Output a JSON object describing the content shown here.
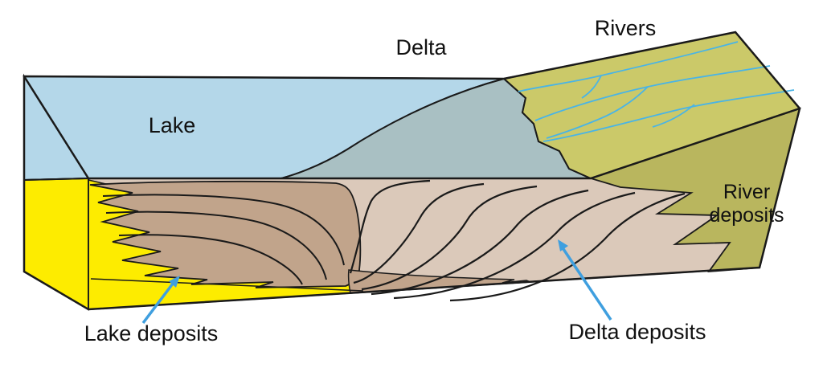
{
  "labels": {
    "rivers": "Rivers",
    "delta": "Delta",
    "lake": "Lake",
    "river_deposits_line1": "River",
    "river_deposits_line2": "deposits",
    "lake_deposits": "Lake deposits",
    "delta_deposits": "Delta deposits"
  },
  "colors": {
    "background": "#ffffff",
    "outline": "#1a1a1a",
    "lake_surface": "#b4d7e9",
    "delta_surface": "#a9c0c3",
    "rivers_surface": "#cbc969",
    "river_deposits_face": "#b9b65e",
    "front_face": "#dbc9ba",
    "delta_deposits_dark": "#c1a48b",
    "lake_deposits": "#fdec00",
    "river_lines": "#49b4e6",
    "arrow": "#3f9fdf",
    "text": "#111111"
  }
}
